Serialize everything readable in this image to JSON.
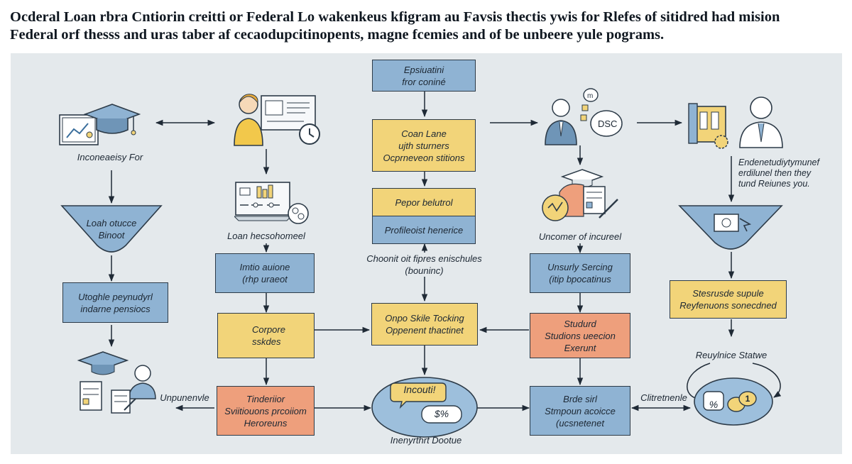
{
  "title": {
    "line1": "Ocderal Loan rbra Cntiorin creitti or Federal Lo wakenkeus kfigram au Favsis thectis ywis for Rlefes of sitidred had mision",
    "line2": "Federal orf thesss and uras taber af cecaodupcitinopents, magne fcemies and of be unbeere yule pograms."
  },
  "nodes": {
    "center_top": [
      "Epsiuatini",
      "fror coniné"
    ],
    "center_loan": [
      "Coan Lane",
      "ujth sturners",
      "Ocprneveon stitions"
    ],
    "center_pepor": [
      "Pepor belutrol"
    ],
    "center_profile": [
      "Profileoist henerice"
    ],
    "center_chooint": [
      "Choonit oit fipres enischules",
      "(bouninc)"
    ],
    "center_onpo": [
      "Onpo Skile Tocking",
      "Oppenent thactinet"
    ],
    "center_ellipse_badge": "Incouti!",
    "center_ellipse_amount": "$%",
    "center_bottom_label": "Inenyrthrt Dootue",
    "left_income_label": "Inconeaeisy For",
    "left_funnel": [
      "Loah otucce",
      "Binoot"
    ],
    "left_box": [
      "Utoghle peynudyrl",
      "indarne pensiocs"
    ],
    "left_bottom_label": "Unpunenvle",
    "cl_loan_label": "Loan hecsohomeel",
    "cl_box1": [
      "Imtio auione",
      "(rhp uraeot"
    ],
    "cl_box2": [
      "Corpore",
      "sskdes"
    ],
    "cl_box3": [
      "Tinderiior",
      "Sviitiouons prcoiiom",
      "Heroreuns"
    ],
    "cr_label": "Uncomer of incureel",
    "cr_box1": [
      "Unsurly Sercing",
      "(itip bpocatinus"
    ],
    "cr_box2": [
      "Studurd",
      "Studions ueecion",
      "Exerunt"
    ],
    "cr_box3": [
      "Brde sirl",
      "Stmpoun acoicce",
      "(ucsnetenet"
    ],
    "cr_bubble": "DSC",
    "right_box": [
      "Stesrusde supule",
      "Reyfenuons sonecdned"
    ],
    "right_note": [
      "Endenetudiytymunef",
      "erdilunel then they",
      "tund Reiunes you."
    ],
    "right_status_label": "Reuylnice Statwe",
    "right_bottom_label": "Clitretnenle",
    "right_ellipse_items": [
      "%",
      "1"
    ]
  },
  "colors": {
    "panel": "#e4e9ec",
    "box_blue": "#8fb3d3",
    "box_yellow": "#f2d479",
    "box_orange": "#ee9f7c",
    "ellipse_blue": "#9dbfdc",
    "stroke": "#2d3b48"
  },
  "icons": [
    "certificate-icon",
    "graduation-cap-icon",
    "student-laptop-icon",
    "clock-icon",
    "laptop-chart-icon",
    "gear-dollar-icon",
    "cap-students-icon",
    "advisor-chat-icon",
    "cap-documents-icon",
    "building-coin-icon",
    "advisor-person-icon",
    "monitor-cursor-icon",
    "coins-icon"
  ]
}
